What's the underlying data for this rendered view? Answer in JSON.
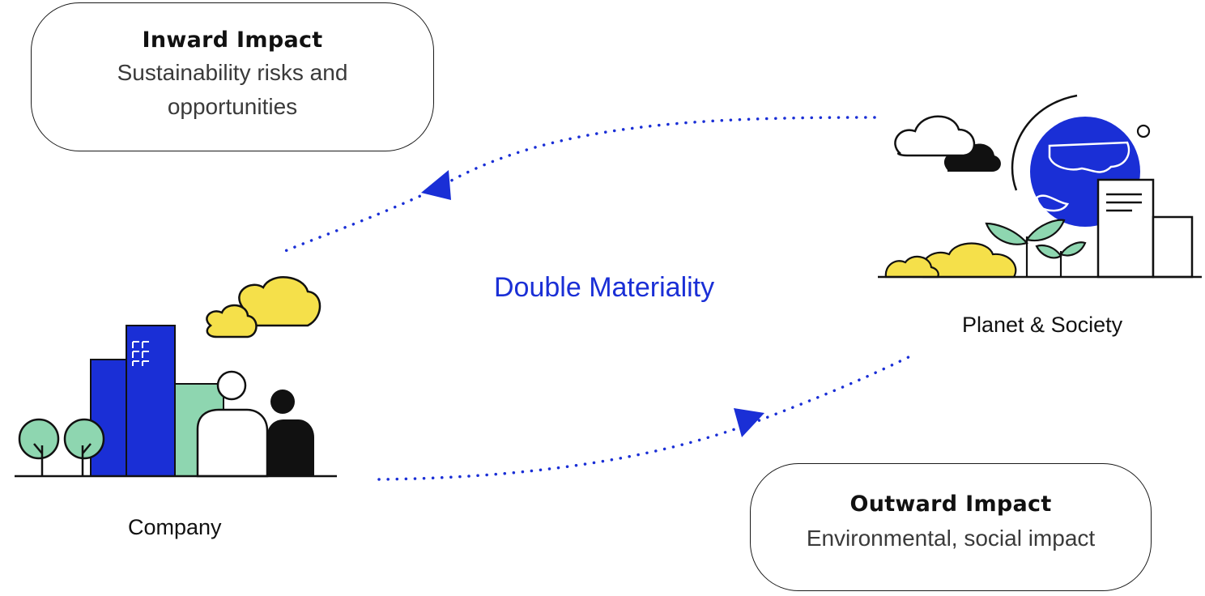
{
  "inward": {
    "title": "Inward Impact",
    "text": "Sustainability risks and opportunities"
  },
  "outward": {
    "title": "Outward Impact",
    "text": "Environmental, social impact"
  },
  "center_label": "Double Materiality",
  "company_label": "Company",
  "planet_label": "Planet & Society",
  "colors": {
    "blue": "#1a2fd6",
    "yellow": "#f5e04a",
    "green": "#8ed6b0",
    "black": "#111111"
  }
}
